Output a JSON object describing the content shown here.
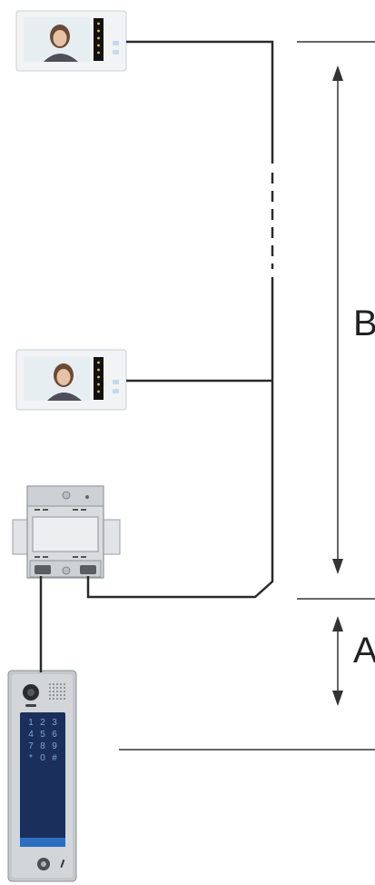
{
  "dimensions": {
    "a_label": "A",
    "b_label": "B"
  },
  "devices": {
    "monitor_top": {
      "name": "indoor video monitor"
    },
    "monitor_bottom": {
      "name": "indoor video monitor"
    },
    "distributor": {
      "name": "power supply / distributor module"
    },
    "door_station": {
      "name": "outdoor door station",
      "keypad": [
        "1",
        "2",
        "3",
        "4",
        "5",
        "6",
        "7",
        "8",
        "9",
        "*",
        "0",
        "#"
      ]
    }
  },
  "colors": {
    "wire": "#2a2a2a",
    "dimension_line": "#333333",
    "monitor_body": "#f2f3f5",
    "monitor_screen_bg": "#d9e3e8",
    "distributor_body": "#dadcdf",
    "door_station_body": "#c4c8cc",
    "keypad_glass": "#1f3e7a",
    "keypad_digits": "#7fa6d8"
  }
}
